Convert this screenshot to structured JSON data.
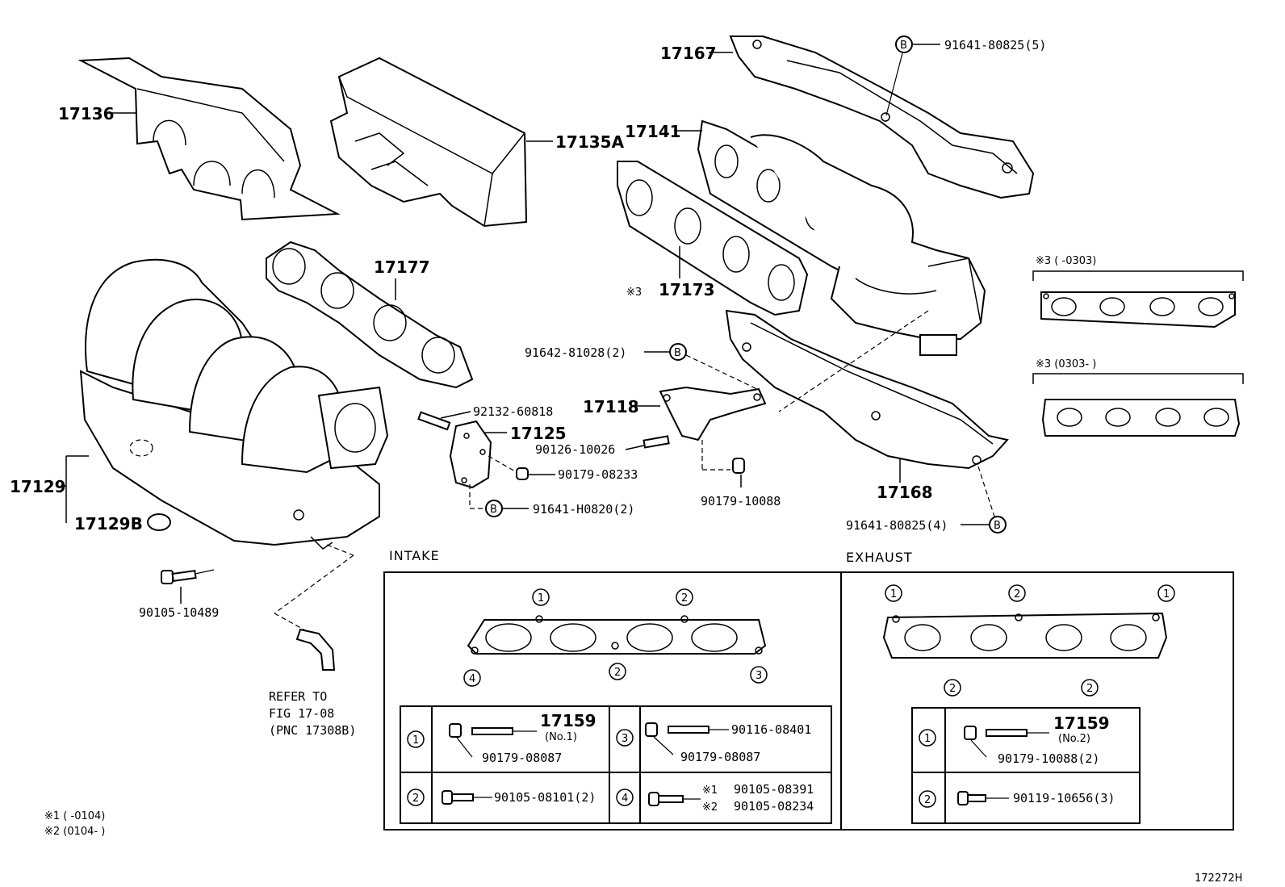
{
  "callouts": {
    "p17136": "17136",
    "p17135a": "17135A",
    "p17167": "17167",
    "p17141": "17141",
    "p17173": "17173",
    "p17177": "17177",
    "p17129": "17129",
    "p17129b": "17129B",
    "p17118": "17118",
    "p17125": "17125",
    "p17168": "17168",
    "p17159_intake": "17159",
    "p17159_exhaust": "17159"
  },
  "fasteners": {
    "f_91641_80825_5": "91641-80825(5)",
    "f_91642_81028_2": "91642-81028(2)",
    "f_92132_60818": "92132-60818",
    "f_90126_10026": "90126-10026",
    "f_90179_08233": "90179-08233",
    "f_91641_h0820_2": "91641-H0820(2)",
    "f_90179_10088": "90179-10088",
    "f_91641_80825_4": "91641-80825(4)",
    "f_90105_10489": "90105-10489"
  },
  "notes": {
    "mark3": "※3",
    "ref_line1": "REFER TO",
    "ref_line2": "FIG 17-08",
    "ref_line3": "(PNC 17308B)",
    "gasket_a_range": "※3 (       -0303)",
    "gasket_b_range": "※3 (0303-       )",
    "footnote1": "※1 (       -0104)",
    "footnote2": "※2 (0104-       )",
    "figure_id": "172272H",
    "circle_b": "B"
  },
  "sections": {
    "intake": "INTAKE",
    "exhaust": "EXHAUST"
  },
  "intake_table": {
    "r1_num": "1",
    "r1_stud_no": "(No.1)",
    "r1_nut": "90179-08087",
    "r3_num": "3",
    "r3_stud": "90116-08401",
    "r3_nut": "90179-08087",
    "r2_num": "2",
    "r2_bolt": "90105-08101(2)",
    "r4_num": "4",
    "r4_m1": "※1",
    "r4_b1": "90105-08391",
    "r4_m2": "※2",
    "r4_b2": "90105-08234"
  },
  "exhaust_table": {
    "r1_num": "1",
    "r1_stud_no": "(No.2)",
    "r1_nut": "90179-10088(2)",
    "r2_num": "2",
    "r2_bolt": "90119-10656(3)"
  },
  "gasket_positions": {
    "intake": [
      "1",
      "2",
      "4",
      "2",
      "3"
    ],
    "exhaust": [
      "1",
      "2",
      "1",
      "2",
      "2"
    ]
  }
}
